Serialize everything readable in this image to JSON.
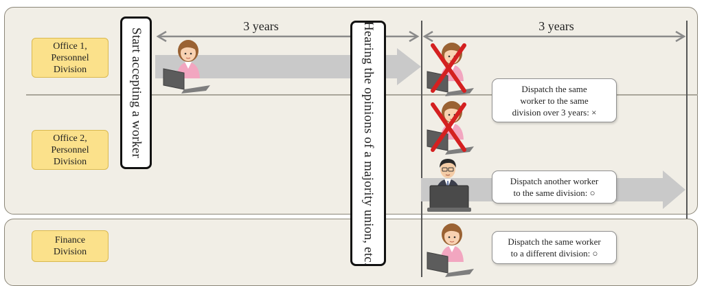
{
  "rows": {
    "office1": "Office 1,\nPersonnel\nDivision",
    "office2": "Office 2,\nPersonnel\nDivision",
    "finance": "Finance\nDivision"
  },
  "period_labels": {
    "first": "3 years",
    "second": "3 years"
  },
  "milestones": {
    "start": "Start accepting a worker",
    "hearing": "Hearing the opinions of a majority union, etc."
  },
  "notes": {
    "same_worker_same_division": "Dispatch the same\nworker to the same\ndivision over 3 years: ×",
    "another_worker": "Dispatch another worker\nto the same division: ○",
    "same_worker_different_division": "Dispatch the same worker\nto a different division: ○"
  },
  "colors": {
    "label_fill": "#fbe18b",
    "panel_fill": "#f1eee6",
    "arrow": "#c9c9c9",
    "cross": "#d42020"
  },
  "icons": {
    "female_worker": "female-worker-at-laptop-icon",
    "male_worker": "male-worker-at-laptop-icon",
    "prohibited": "red-x-icon"
  }
}
